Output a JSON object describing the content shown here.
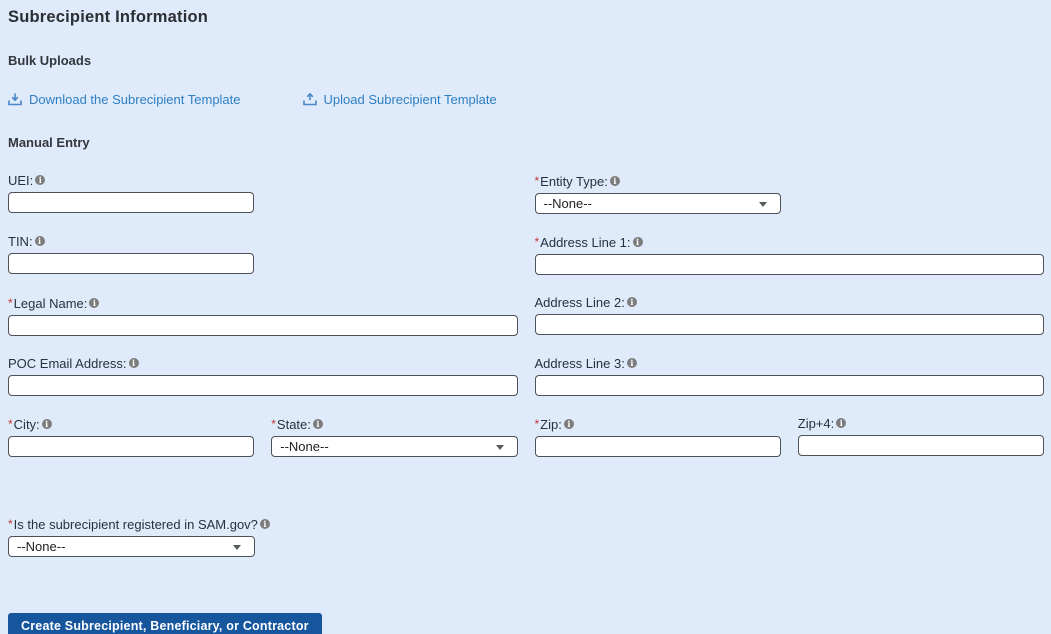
{
  "page": {
    "title": "Subrecipient Information"
  },
  "ui": {
    "required_marker": "*"
  },
  "bulk": {
    "heading": "Bulk Uploads",
    "download_label": "Download the Subrecipient Template",
    "upload_label": "Upload Subrecipient Template"
  },
  "manual": {
    "heading": "Manual Entry",
    "fields": {
      "uei": {
        "label": "UEI:",
        "required": false,
        "type": "text",
        "value": ""
      },
      "entity_type": {
        "label": "Entity Type:",
        "required": true,
        "type": "select",
        "value": "--None--"
      },
      "tin": {
        "label": "TIN:",
        "required": false,
        "type": "text",
        "value": ""
      },
      "address1": {
        "label": "Address Line 1:",
        "required": true,
        "type": "text",
        "value": ""
      },
      "legal_name": {
        "label": "Legal Name:",
        "required": true,
        "type": "text",
        "value": ""
      },
      "address2": {
        "label": "Address Line 2:",
        "required": false,
        "type": "text",
        "value": ""
      },
      "poc_email": {
        "label": "POC Email Address:",
        "required": false,
        "type": "text",
        "value": ""
      },
      "address3": {
        "label": "Address Line 3:",
        "required": false,
        "type": "text",
        "value": ""
      },
      "city": {
        "label": "City:",
        "required": true,
        "type": "text",
        "value": ""
      },
      "state": {
        "label": "State:",
        "required": true,
        "type": "select",
        "value": "--None--"
      },
      "zip": {
        "label": "Zip:",
        "required": true,
        "type": "text",
        "value": ""
      },
      "zip4": {
        "label": "Zip+4:",
        "required": false,
        "type": "text",
        "value": ""
      },
      "sam": {
        "label": "Is the subrecipient registered in SAM.gov?",
        "required": true,
        "type": "select",
        "value": "--None--"
      }
    }
  },
  "actions": {
    "create_label": "Create Subrecipient, Beneficiary, or Contractor"
  },
  "colors": {
    "background": "#dfeafb",
    "link": "#2e7fc1",
    "button": "#15569c",
    "required": "#c23934",
    "input_border": "#4e5155"
  }
}
